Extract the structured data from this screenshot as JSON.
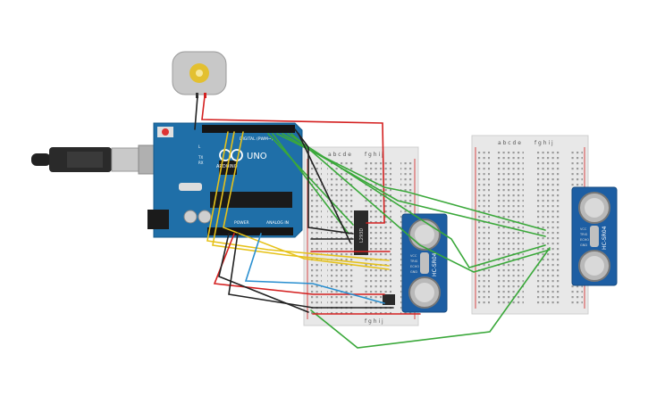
{
  "arduino": {
    "brand": "ARDUINO",
    "model": "UNO",
    "digital_label": "DIGITAL (PWM~)",
    "power_label": "POWER",
    "analog_label": "ANALOG IN",
    "tx_label": "TX",
    "rx_label": "RX",
    "l_label": "L"
  },
  "breadboard_left": {
    "col_labels_top": "a b c d e",
    "col_labels_top2": "f g h i j",
    "col_labels_bottom": "f g h i j"
  },
  "breadboard_right": {
    "col_labels_top": "a b c d e",
    "col_labels_top2": "f g h i j"
  },
  "ic_label": "L293D",
  "sensor_left": {
    "model": "HC-SR04",
    "pins": [
      "VCC",
      "TRIG",
      "ECHO",
      "GND"
    ]
  },
  "sensor_right": {
    "model": "HC-SR04",
    "pins": [
      "VCC",
      "TRIG",
      "ECHO",
      "GND"
    ]
  },
  "colors": {
    "board": "#1f6fa8",
    "breadboard": "#e8e8e8",
    "sensor": "#1d5ea3",
    "wire_red": "#d42020",
    "wire_black": "#222222",
    "wire_green": "#3aa83a",
    "wire_yellow": "#e6c21a",
    "wire_blue": "#2a8fd0"
  }
}
